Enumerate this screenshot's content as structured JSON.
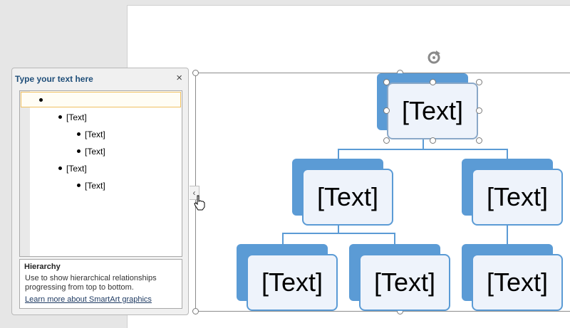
{
  "text_pane": {
    "title": "Type your text here",
    "close": "×",
    "items": [
      {
        "text": "",
        "level": 1
      },
      {
        "text": "[Text]",
        "level": 2
      },
      {
        "text": "[Text]",
        "level": 3
      },
      {
        "text": "[Text]",
        "level": 3
      },
      {
        "text": "[Text]",
        "level": 2
      },
      {
        "text": "[Text]",
        "level": 3
      }
    ],
    "info": {
      "title": "Hierarchy",
      "description": "Use to show hierarchical relationships progressing from top to bottom.",
      "link": "Learn more about SmartArt graphics"
    }
  },
  "smartart": {
    "nodes": {
      "root": "[Text]",
      "child_left": "[Text]",
      "child_right": "[Text]",
      "grandchild_1": "[Text]",
      "grandchild_2": "[Text]",
      "grandchild_3": "[Text]"
    },
    "collapse_tab": "‹",
    "accent_color": "#5b9bd5"
  },
  "icons": [
    "close-icon",
    "rotate-icon",
    "hand-cursor-icon",
    "collapse-arrow-icon"
  ]
}
